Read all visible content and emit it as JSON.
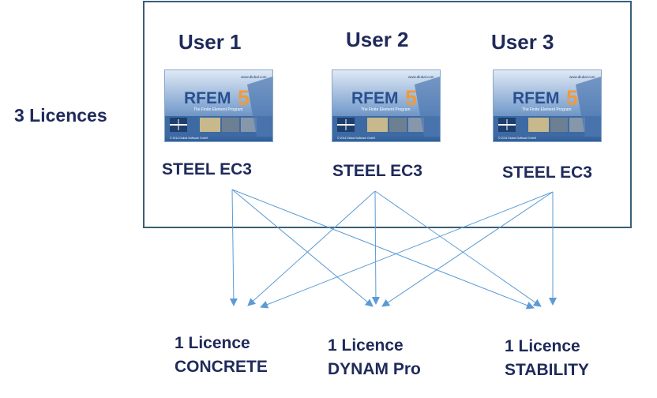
{
  "total_label": "3 Licences",
  "users": [
    {
      "name": "User 1",
      "module": "STEEL EC3"
    },
    {
      "name": "User 2",
      "module": "STEEL EC3"
    },
    {
      "name": "User 3",
      "module": "STEEL EC3"
    }
  ],
  "splash": {
    "product": "RFEM",
    "version": "5",
    "tagline": "The Finite Element Program",
    "url": "www.dlubal.com",
    "copyright": "© 2014 Dlubal Software GmbH"
  },
  "licences": [
    {
      "count": "1 Licence",
      "module": "CONCRETE"
    },
    {
      "count": "1 Licence",
      "module": "DYNAM Pro"
    },
    {
      "count": "1 Licence",
      "module": "STABILITY"
    }
  ],
  "colors": {
    "text": "#1f2a5a",
    "frame": "#3b5e78",
    "arrow": "#5b9bd5",
    "splash_blue": "#2f62a8",
    "splash_orange": "#f09a3a"
  }
}
